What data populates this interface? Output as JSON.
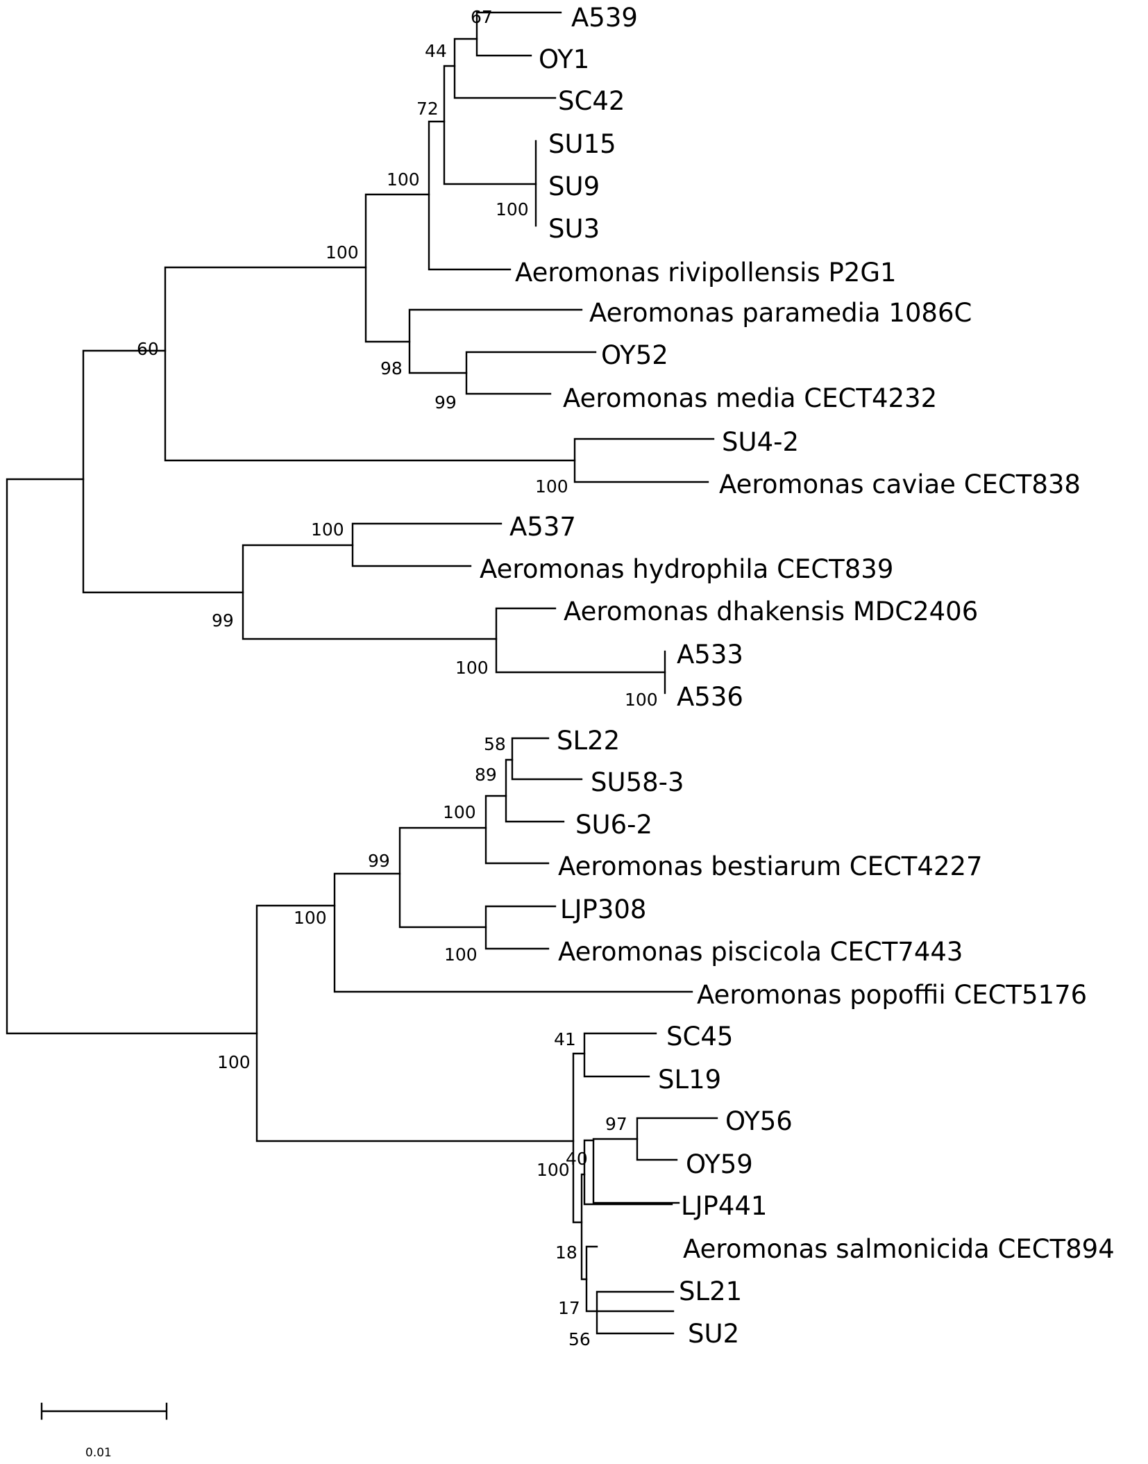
{
  "taxa": {
    "a539": "A539",
    "oy1": "OY1",
    "sc42": "SC42",
    "su15": "SU15",
    "su9": "SU9",
    "su3": "SU3",
    "rivipollensis": "Aeromonas rivipollensis P2G1",
    "paramedia": "Aeromonas paramedia 1086C",
    "oy52": "OY52",
    "media": "Aeromonas media CECT4232",
    "su4_2": "SU4-2",
    "caviae": "Aeromonas caviae CECT838",
    "a537": "A537",
    "hydrophila": "Aeromonas hydrophila CECT839",
    "dhakensis": "Aeromonas dhakensis MDC2406",
    "a533": "A533",
    "a536": "A536",
    "sl22": "SL22",
    "su58_3": "SU58-3",
    "su6_2": "SU6-2",
    "bestiarum": "Aeromonas bestiarum CECT4227",
    "ljp308": "LJP308",
    "piscicola": "Aeromonas piscicola CECT7443",
    "popoffii": "Aeromonas popoffii CECT5176",
    "sc45": "SC45",
    "sl19": "SL19",
    "oy56": "OY56",
    "oy59": "OY59",
    "ljp441": "LJP441",
    "salmonicida": "Aeromonas salmonicida CECT894",
    "sl21": "SL21",
    "su2": "SU2"
  },
  "bootstrap": {
    "a539_oy1": "67",
    "with_sc42": "44",
    "a539_group": "72",
    "su_trio": "100",
    "with_su": "100",
    "with_rivipollensis": "100",
    "media_group": "98",
    "oy52_media": "99",
    "media_rivi_clade": "100",
    "caviae_pair": "100",
    "upper_clade": "60",
    "hydrophila_pair": "100",
    "a533_a536": "100",
    "dhakensis_group": "100",
    "hydro_dhak_clade": "99",
    "sl22_su58": "58",
    "with_su6": "89",
    "bestiarum_group": "100",
    "piscicola_pair": "100",
    "best_pisc_clade": "99",
    "with_popoffii": "100",
    "sc45_sl19": "41",
    "oy56_oy59": "97",
    "with_ljp441": "40",
    "salmonicida_node": "18",
    "sl21_su2": "56",
    "sl21_node": "17",
    "salmonicida_clade": "100",
    "lower_clade": "100"
  },
  "scale_bar": {
    "label": "0.01"
  }
}
